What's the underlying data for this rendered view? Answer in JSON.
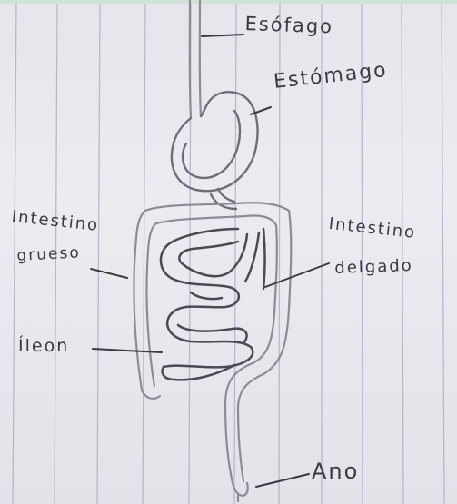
{
  "labels": {
    "esofago": "Esófago",
    "estomago": "Estómago",
    "intestino_grueso_line1": "Intestino",
    "intestino_grueso_line2": "grueso",
    "intestino_delgado_line1": "Intestino",
    "intestino_delgado_line2": "delgado",
    "ileon": "Íleon",
    "ano": "Ano"
  },
  "colors": {
    "paper": "#ebe9ef",
    "ruled_line": "#a8a9c4",
    "ink": "#3a3a42",
    "pencil": "#8c8c96"
  }
}
